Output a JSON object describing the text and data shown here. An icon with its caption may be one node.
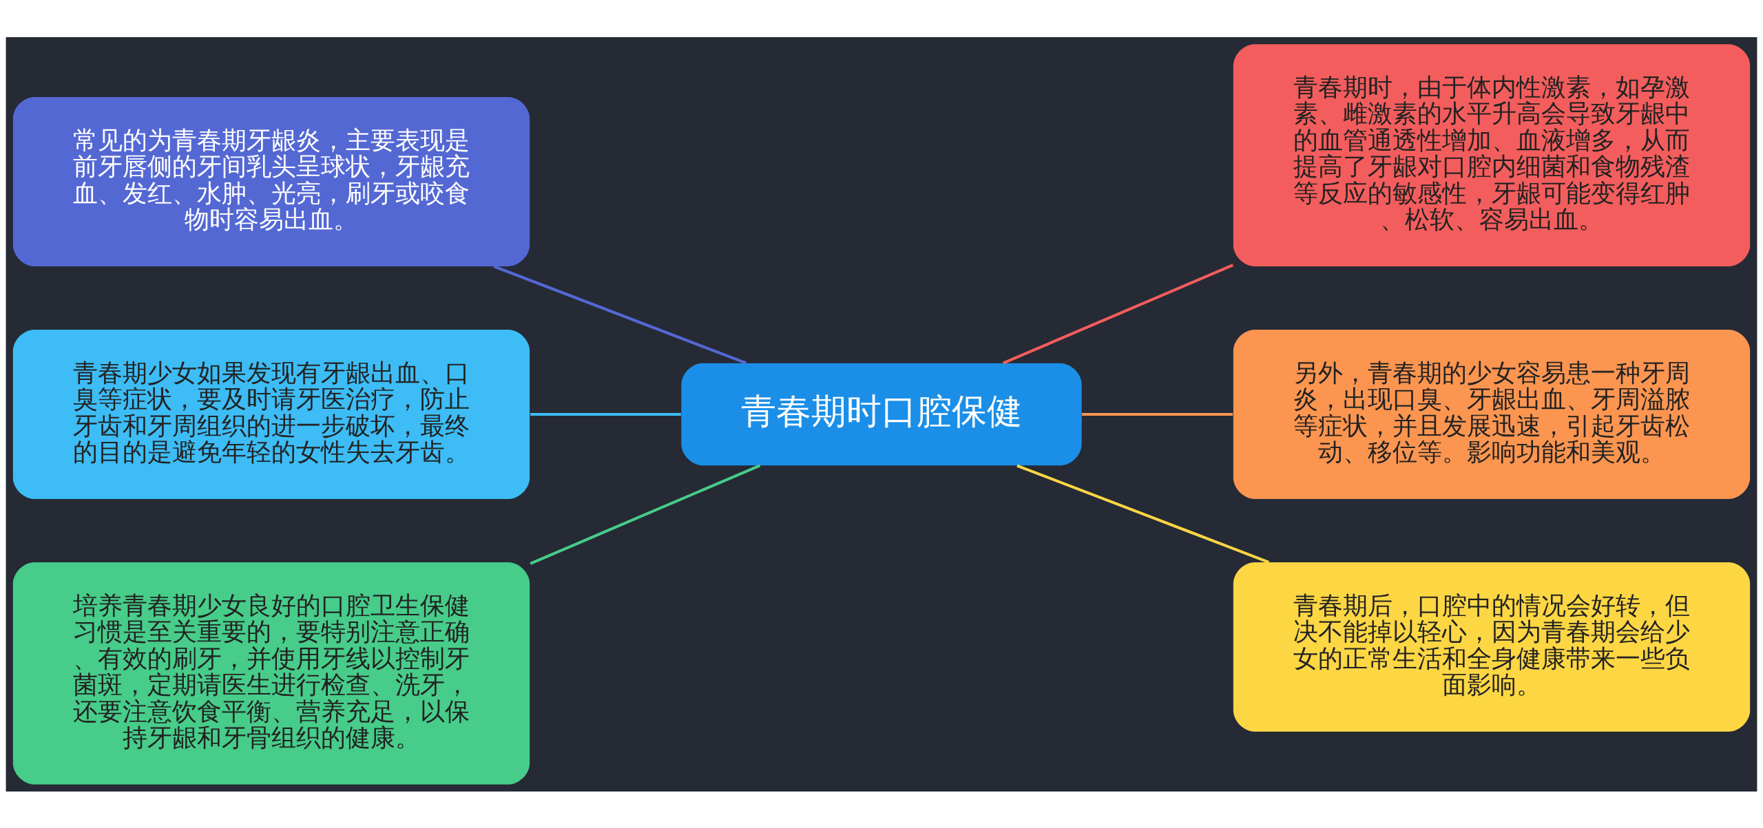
{
  "diagram": {
    "nodes": [
      {
        "text": [
          "青春期时口腔保健"
        ]
      },
      {
        "text": [
          "常见的为青春期牙龈炎，主要表现是前牙唇侧的牙间乳头呈球状，牙龈充血、发红、水肿、光亮，刷牙或咬食物时容易出血。"
        ]
      },
      {
        "text": [
          "青春期少女如果发现有牙龈出血、口臭等症状，要及时请牙医治疗，防止牙齿和牙周组织的进一步破坏，最终的目的是避免年轻的女性失去牙齿。"
        ]
      },
      {
        "text": [
          "培养青春期少女良好的口腔卫生保健习惯是至关重要的，要特别注意正确、有效的刷牙，并使用牙线以控制牙菌斑，定期请医生进行检查、洗牙，还要注意饮食平衡、营养充足，以保持牙龈和牙骨组织的健康。"
        ]
      },
      {
        "text": [
          "青春期时，由于体内性激素，如孕激素、雌激素的水平升高会导致牙龈中的血管通透性增加、血液增多，从而提高了牙龈对口腔内细菌和食物残渣等反应的敏感性，牙龈可能变得红肿、松软、容易出血。"
        ]
      },
      {
        "text": [
          "另外，青春期的少女容易患一种牙周炎，出现口臭、牙龈出血、牙周溢脓等症状，并且发展迅速，引起牙齿松动、移位等。影响功能和美观。"
        ]
      },
      {
        "text": [
          "青春期后，口腔中的情况会好转，但决不能掉以轻心，因为青春期会给少女的正常生活和全身健康带来一些负面影响。"
        ]
      }
    ],
    "edges": [
      {
        "from": 0,
        "to": 1,
        "arrow": "none",
        "color": "#5468d4"
      },
      {
        "from": 0,
        "to": 2,
        "arrow": "none",
        "color": "#3dbcf5"
      },
      {
        "from": 0,
        "to": 3,
        "arrow": "none",
        "color": "#47cc8a"
      },
      {
        "from": 0,
        "to": 4,
        "arrow": "none",
        "color": "#f45d5d"
      },
      {
        "from": 0,
        "to": 5,
        "arrow": "none",
        "color": "#fb9550"
      },
      {
        "from": 0,
        "to": 6,
        "arrow": "none",
        "color": "#fdd644"
      }
    ]
  }
}
